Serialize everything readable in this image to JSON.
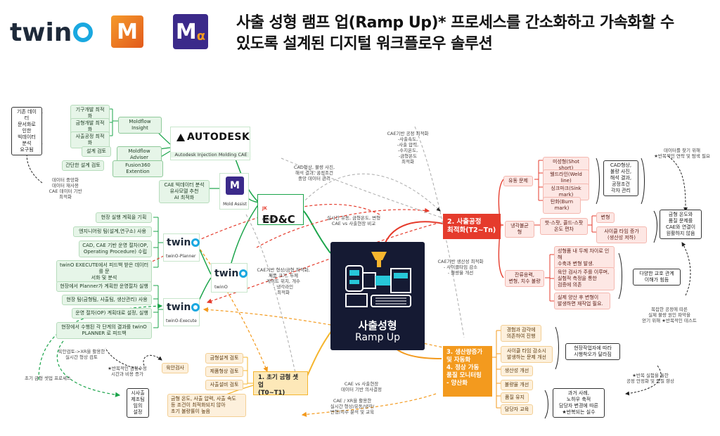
{
  "header": {
    "logo_twin": "twin",
    "logo_m": "M",
    "logo_ma_main": "M",
    "logo_ma_sub": "α",
    "title_line1": "사출 성형 램프 업(Ramp Up)* 프로세스를 간소화하고 가속화할 수",
    "title_line2": "있도록 설계된 디지털 워크플로우 솔루션"
  },
  "center": {
    "title": "사출성형",
    "subtitle": "Ramp Up"
  },
  "colors": {
    "green": "#1aa44a",
    "red": "#e53b2c",
    "orange": "#f39a1e",
    "yellow": "#f5b52e",
    "navy": "#151a33"
  },
  "hubs": {
    "autodesk_logo": "AUTODESK",
    "autodesk_label": "Autodesk Injection Molding CAE",
    "moldassist_label": "Mold Assist",
    "edc_logo": "ED&C",
    "edc_prefix": "JK",
    "edc_label": "CD&C",
    "twino_logo": "twin",
    "twino_label": "twinO",
    "planner_logo": "twin",
    "planner_label": "twinO-Planner",
    "execute_logo": "twin",
    "execute_label": "twinO-Execute"
  },
  "left": {
    "moldflow_insight": "Moldflow Insight",
    "moldflow_adviser": "Moldflow Adviser",
    "fusion": "Fusion360 Extention",
    "insight_items": [
      "기구개발 최적화",
      "금형개발 최적화",
      "사출공정 최적화"
    ],
    "adviser_item": "설계 검토",
    "fusion_item": "간단한 설계 검토",
    "bigdata_box": "기존 데이터\n문서화로 인한\n빅데이터 분석\n요구됨",
    "bigdata_note": "데이터 중앙화\n데이터 재사용\nCAE 데이터 기반\n최적화",
    "moldassist_item": "CAE 빅데이터 분석\n유사모델 추천\nAI 최적화",
    "planner_items": [
      "현장 실행 계획을 기획",
      "엔지니어링 팀(설계,연구소) 사용",
      "CAD, CAE 기반 운영 절차(OP,\nOperating Procedure) 수립",
      "twinO EXECUTE에서  피드백 받은 데이터를 문\n서화 및 분석"
    ],
    "execute_items": [
      "현장에서 Planner가 계획한 운영절차 실행",
      "현장 팀(금형팀, 사출팀, 생산관리) 사용",
      "운영 절차(OP) 계획대로 설정, 실행",
      "현장에서 수행된 각 단계의 결과를 twinO\nPLANNER 로 피드백"
    ]
  },
  "branch1": {
    "label": "1. 초기 금형 셋업\n(T0~T1)",
    "items": [
      "금형설계 검토",
      "제품형상 검토",
      "사출설비 검토"
    ],
    "detail": "금형 온도, 사출 압력, 사출 속도\n등 조건이 최적화되지 않아\n초기 불량률이 높음",
    "inspection": "육안검사",
    "inspection_note": "★반복적인 금형수정\n시간과 비용 증가",
    "left_box": "시사출\n제조팀\n임의\n설정",
    "xr_note": "육안검토->XR을 활용한\n실시간 형상 검토",
    "early_note": "초기 금형 셋업 프로세스"
  },
  "branch2": {
    "label": "2. 사출공정\n최적화(T2~Tn)",
    "flow": "유동 문제",
    "flow_items": [
      "미성형(Shot short)",
      "웰드라인(Weld line)",
      "싱크마크(Sink mark)",
      "탄화(Burn mark)"
    ],
    "cooling": "냉각불균형",
    "cooling_item": "핫-스팟, 콜드-스팟\n온도 편차",
    "cooling_sub": [
      "변형",
      "사이클 타임 증가\n(생산성 저하)"
    ],
    "residual": "잔류응력,\n변형, 치수 불량",
    "residual_items": [
      "성형품 내 두께 차이로 인해\n수축과 변형 발생.",
      "육안 검사가 주를 이루며,\n실험적 측정을 통한\n검증에 의존",
      "실제 양산 후 변형이\n발생하면 재작업 필요."
    ],
    "cad_box": "CAD형상,\n불량 사진,\n해석 결과,\n공정조건\n각자 관리",
    "link_box": "금형 온도와\n품질 문제를\nCAE와 연결이\n원활하지 않음",
    "various_box": "다양한 교호 관계\n이해가 힘듬",
    "repeat_note": "데이터를 찾기 위해\n★반복적인 연락 및 탐색 필요",
    "complex_note": "복잡한 공정에 따른\n실제 불량 원인 파악을\n얻기 위해 ★반복적인 테스트"
  },
  "branch3": {
    "label": "3. 생산량증가\n및 자동화\n4. 정상 가동\n품질 모니터링\n-  양산화",
    "items": [
      "경험과 감각에\n의존하여 진행",
      "사이클 타임 감소시\n발생하는 문제 개선",
      "생산성 개선",
      "불량율 개선",
      "품질 유지",
      "담당자 교육"
    ],
    "worker_box": "현장작업자에 따라\n시행착오가 달라짐",
    "past_box": "과거 사례,\n노하우 축적\n담당자 변경에 따른\n★반복되는 실수",
    "repeat_note": "★반복 실험을 통한\n공정 안정화 및 품질 향상"
  },
  "arrows": {
    "cae_process": "CAE기반 공정 최적화\n-사출속도,\n-사출 압력,\n-수지온도,\n-금형온도\n최적화",
    "cad_share": "CAD형상, 불량 사진,\n해석 결과, 공정조건\n중앙 데이터 관리",
    "realtime_compare": "실시간 유동, 금형온도, 변형\nCAE vs 사출현장 비교",
    "cae_shape": "CAE기반 형상/금형 최적화,\n제품 크기, 두께\n게이트 위치, 개수\n- 냉각라인\n최적화",
    "cae_production": "CAE기반 생산성 최적화\n- 사이클타임 감소\n- 불량율 개선",
    "cae_decision": "CAE vs 사출현장\n데이터 기반 의사결정",
    "xr_analysis": "CAE / XR을 활용한\n실시간 형상/유동/냉각/\n변형/치수 분석 및 교육"
  }
}
